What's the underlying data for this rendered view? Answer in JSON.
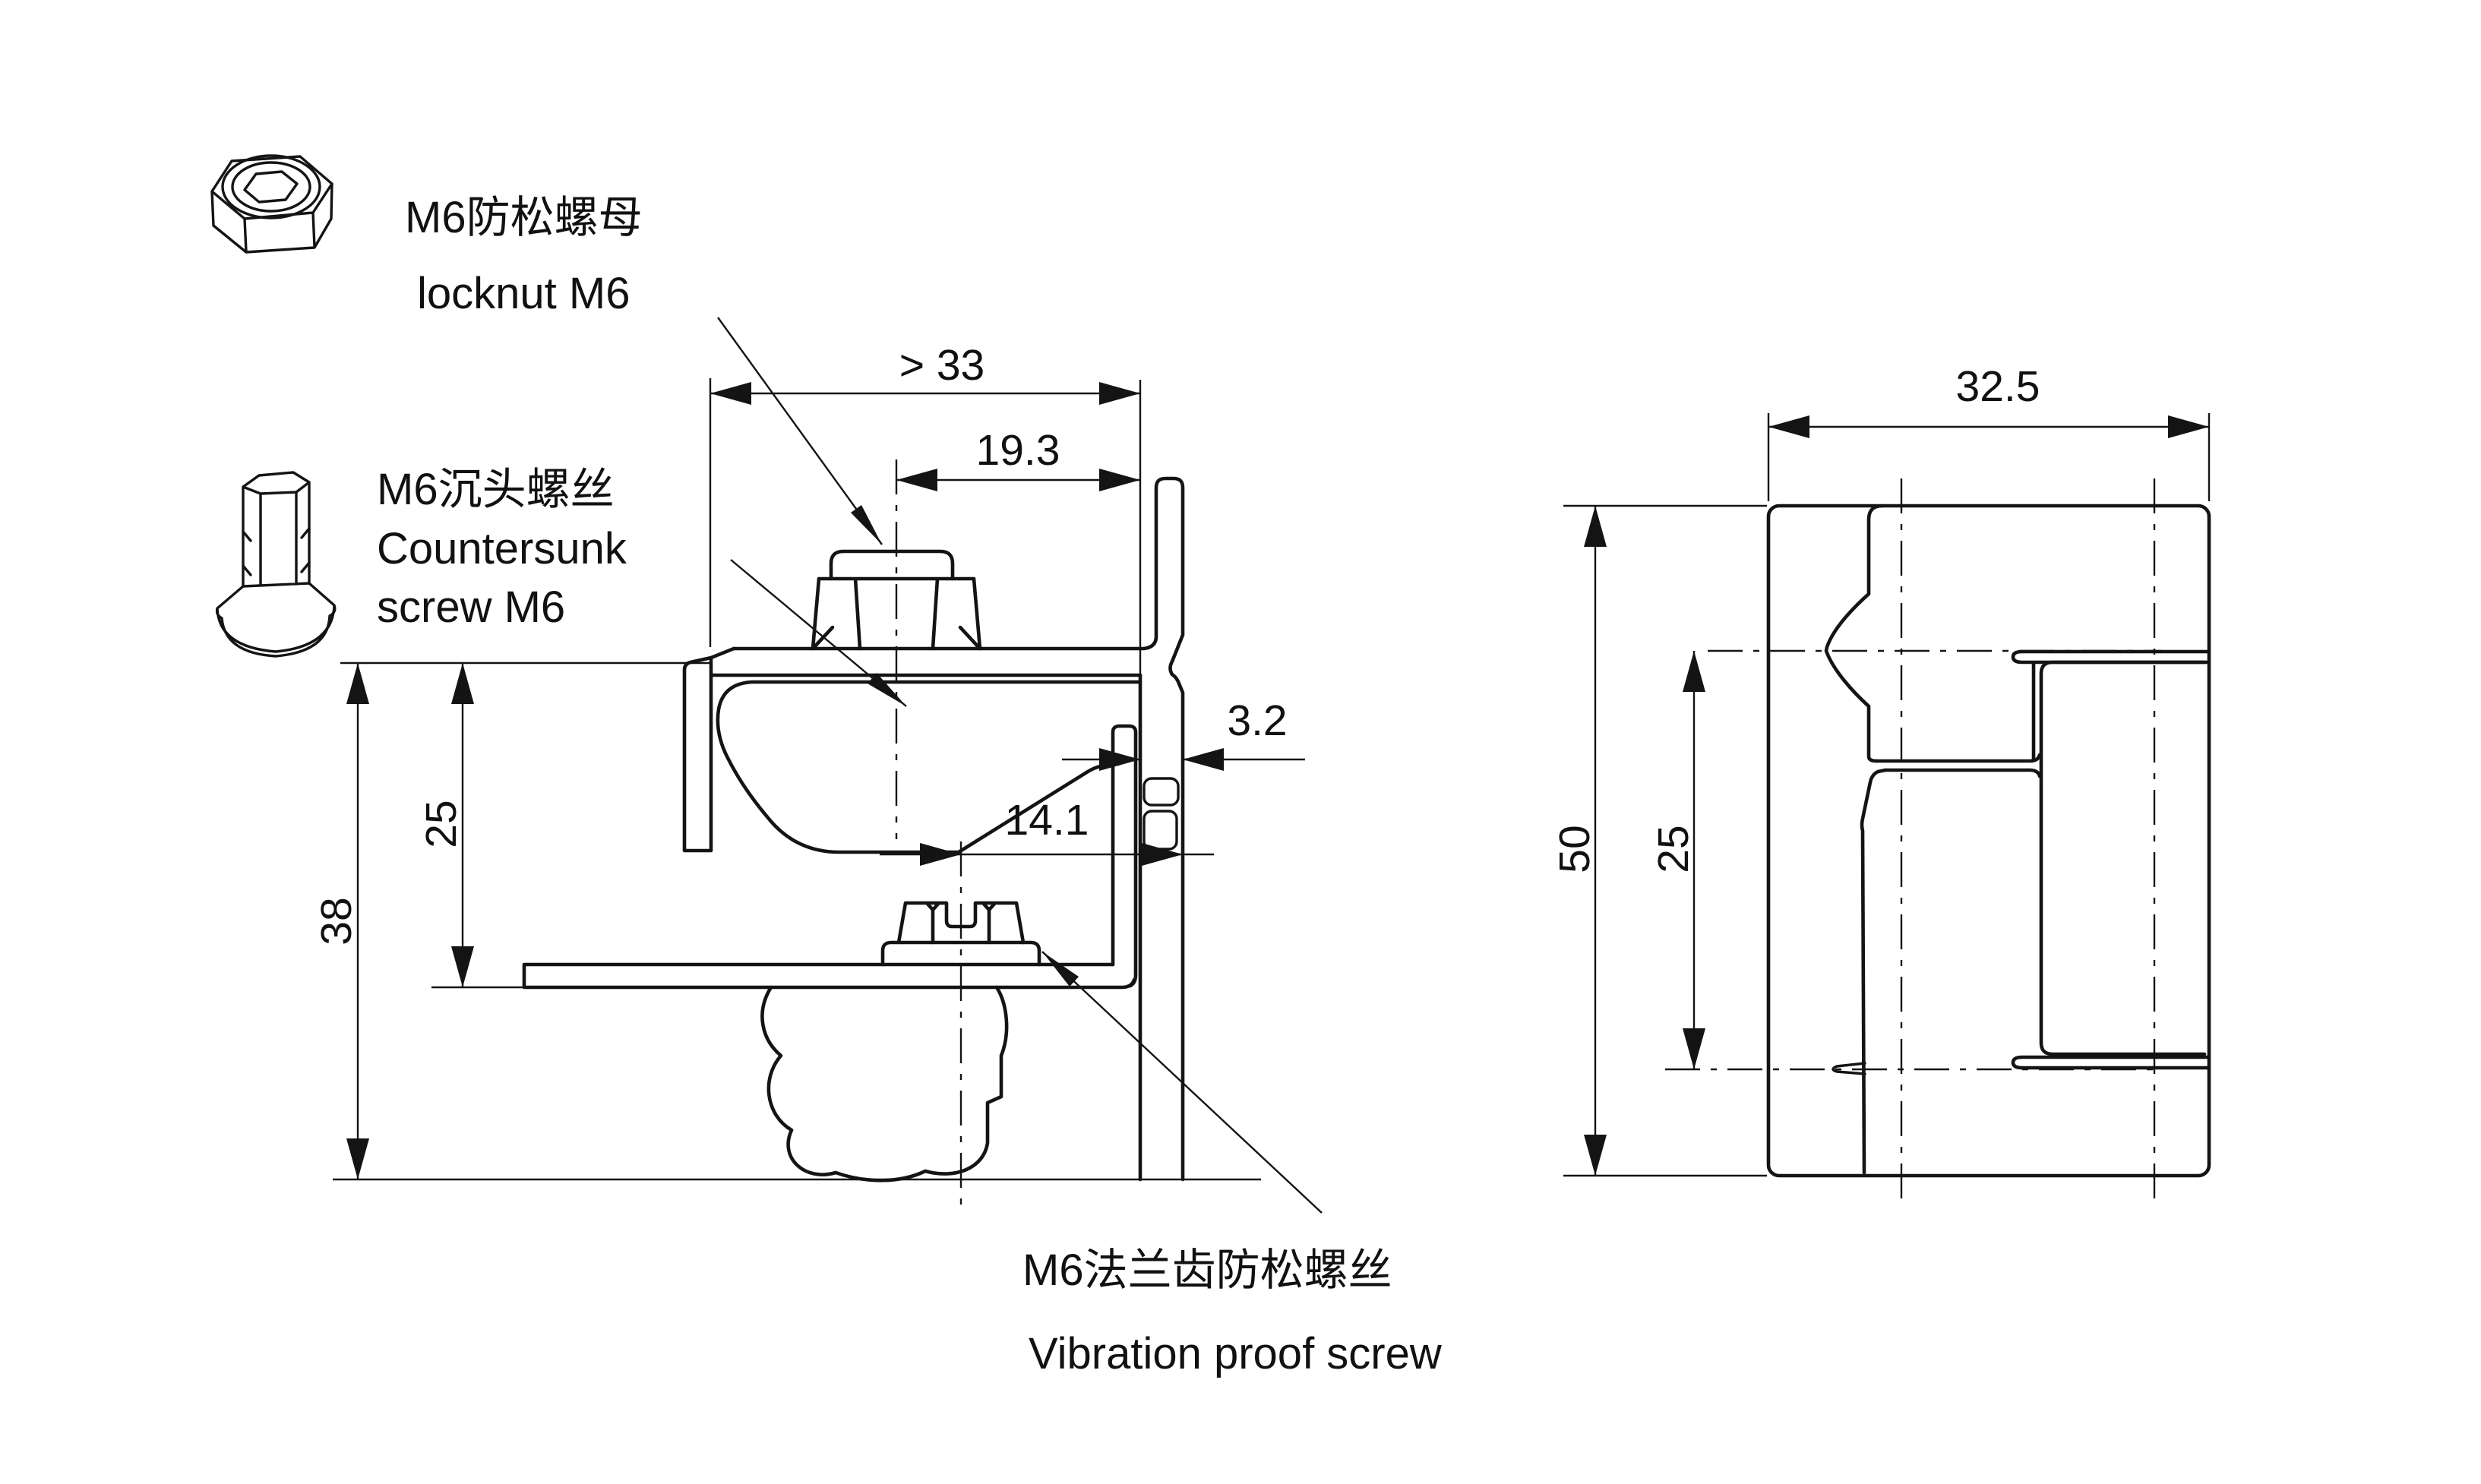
{
  "drawing": {
    "type": "technical-drawing",
    "background": "#ffffff",
    "line_color": "#141414",
    "callouts": {
      "locknut_zh": "M6防松螺母",
      "locknut_en": "locknut M6",
      "countersunk_zh": "M6沉头螺丝",
      "countersunk_en_line1": "Countersunk",
      "countersunk_en_line2": "screw M6",
      "vibration_zh": "M6法兰齿防松螺丝",
      "vibration_en": "Vibration proof screw"
    },
    "front_view": {
      "width_dim": "> 33",
      "nut_offset_dim": "19.3",
      "panel_thickness_dim": "3.2",
      "screw_offset_dim": "14.1",
      "clamp_depth_dim": "25",
      "height_dim": "38"
    },
    "side_view": {
      "width_dim": "32.5",
      "height_dim": "50",
      "clamp_depth_dim": "25"
    }
  }
}
